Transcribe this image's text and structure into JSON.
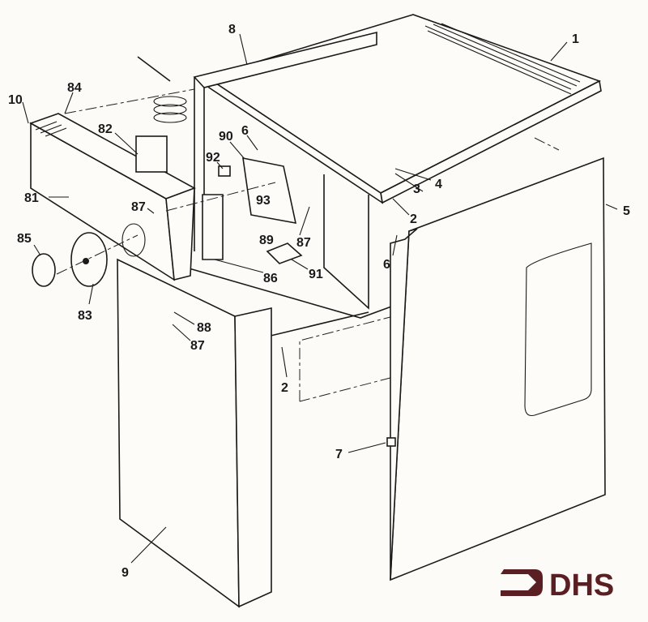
{
  "diagram": {
    "labels": [
      {
        "id": "part-1",
        "text": "1"
      },
      {
        "id": "part-8",
        "text": "8"
      },
      {
        "id": "part-84",
        "text": "84"
      },
      {
        "id": "part-10",
        "text": "10"
      },
      {
        "id": "part-82",
        "text": "82"
      },
      {
        "id": "part-90",
        "text": "90"
      },
      {
        "id": "part-6-top",
        "text": "6"
      },
      {
        "id": "part-92",
        "text": "92"
      },
      {
        "id": "part-4",
        "text": "4"
      },
      {
        "id": "part-3",
        "text": "3"
      },
      {
        "id": "part-2-upper",
        "text": "2"
      },
      {
        "id": "part-5",
        "text": "5"
      },
      {
        "id": "part-81",
        "text": "81"
      },
      {
        "id": "part-87-a",
        "text": "87"
      },
      {
        "id": "part-93",
        "text": "93"
      },
      {
        "id": "part-87-b",
        "text": "87"
      },
      {
        "id": "part-89",
        "text": "89"
      },
      {
        "id": "part-6-side",
        "text": "6"
      },
      {
        "id": "part-91",
        "text": "91"
      },
      {
        "id": "part-86",
        "text": "86"
      },
      {
        "id": "part-85",
        "text": "85"
      },
      {
        "id": "part-83",
        "text": "83"
      },
      {
        "id": "part-88",
        "text": "88"
      },
      {
        "id": "part-87-c",
        "text": "87"
      },
      {
        "id": "part-2-lower",
        "text": "2"
      },
      {
        "id": "part-7",
        "text": "7"
      },
      {
        "id": "part-9",
        "text": "9"
      }
    ]
  },
  "logo": {
    "text": "DHS",
    "color": "#5a1f22"
  }
}
